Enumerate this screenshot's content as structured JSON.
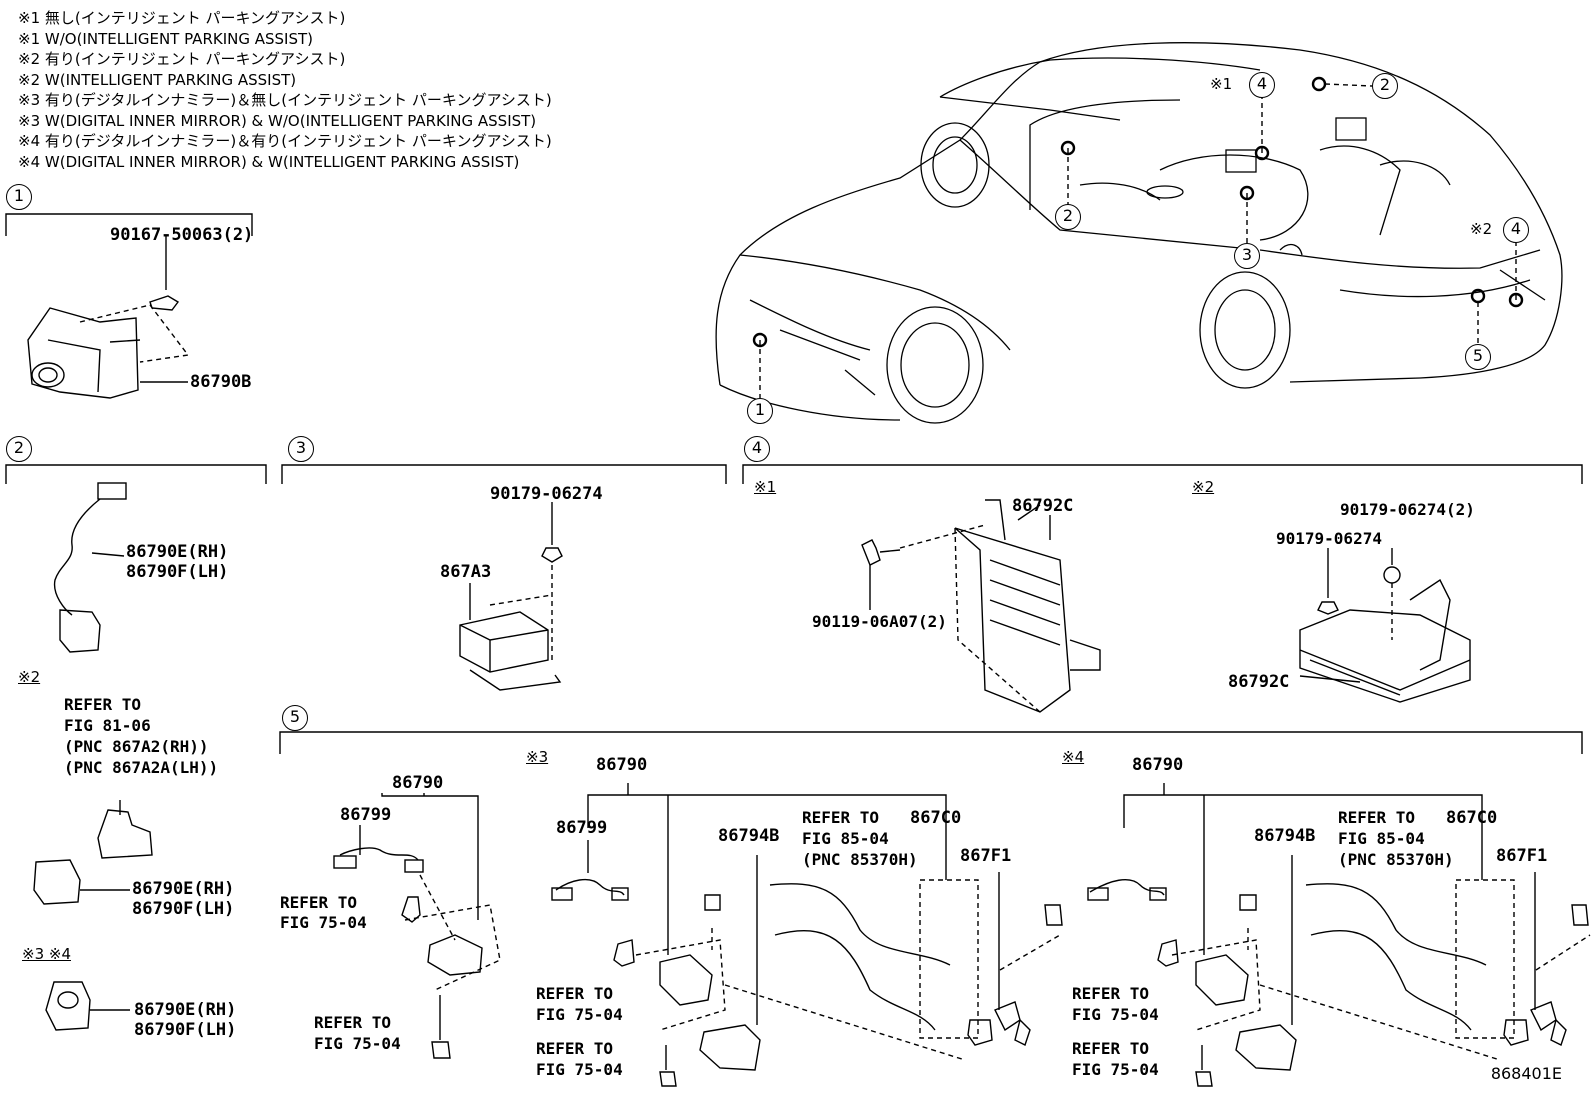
{
  "legend": [
    "※1 無し(インテリジェント パーキングアシスト)",
    "※1 W/O(INTELLIGENT PARKING ASSIST)",
    "※2 有り(インテリジェント パーキングアシスト)",
    "※2 W(INTELLIGENT PARKING ASSIST)",
    "※3 有り(デジタルインナミラー)＆無し(インテリジェント パーキングアシスト)",
    "※3 W(DIGITAL INNER MIRROR) & W/O(INTELLIGENT PARKING ASSIST)",
    "※4 有り(デジタルインナミラー)＆有り(インテリジェント パーキングアシスト)",
    "※4 W(DIGITAL INNER MIRROR) & W(INTELLIGENT PARKING ASSIST)"
  ],
  "vehicle_callouts": {
    "c1": "1",
    "c2": "2",
    "c3": "3",
    "c4": "4",
    "c5": "5",
    "n1": "※1",
    "n2": "※2"
  },
  "sections": {
    "s1": {
      "num": "1",
      "bolt": "90167-50063(2)",
      "part": "86790B"
    },
    "s2": {
      "num": "2",
      "part_rh": "86790E(RH)",
      "part_lh": "86790F(LH)",
      "note2": "※2",
      "refer": "REFER TO",
      "fig": "FIG 81-06",
      "pnc_rh": "(PNC 867A2(RH))",
      "pnc_lh": "(PNC 867A2A(LH))",
      "part2_rh": "86790E(RH)",
      "part2_lh": "86790F(LH)",
      "note34": "※3 ※4",
      "part3_rh": "86790E(RH)",
      "part3_lh": "86790F(LH)"
    },
    "s3": {
      "num": "3",
      "nut": "90179-06274",
      "part": "867A3"
    },
    "s4": {
      "num": "4",
      "note1": "※1",
      "note2": "※2",
      "part_a": "86792C",
      "bolt_a": "90119-06A07(2)",
      "nut_b1": "90179-06274(2)",
      "nut_b2": "90179-06274",
      "part_b": "86792C"
    },
    "s5": {
      "num": "5",
      "g1": {
        "assy": "86790",
        "harness": "86799",
        "refer1": "REFER TO",
        "fig1": "FIG 75-04",
        "refer2": "REFER TO",
        "fig2": "FIG 75-04"
      },
      "g3": {
        "note": "※3",
        "assy": "86790",
        "harness": "86799",
        "bracket": "86794B",
        "refer_a": "REFER TO",
        "fig_a": "FIG 85-04",
        "pnc_a": "(PNC 85370H)",
        "part_c0": "867C0",
        "part_f1": "867F1",
        "refer1": "REFER TO",
        "fig1": "FIG 75-04",
        "refer2": "REFER TO",
        "fig2": "FIG 75-04"
      },
      "g4": {
        "note": "※4",
        "assy": "86790",
        "bracket": "86794B",
        "refer_a": "REFER TO",
        "fig_a": "FIG 85-04",
        "pnc_a": "(PNC 85370H)",
        "part_c0": "867C0",
        "part_f1": "867F1",
        "refer1": "REFER TO",
        "fig1": "FIG 75-04",
        "refer2": "REFER TO",
        "fig2": "FIG 75-04"
      }
    }
  },
  "diagram_code": "868401E"
}
